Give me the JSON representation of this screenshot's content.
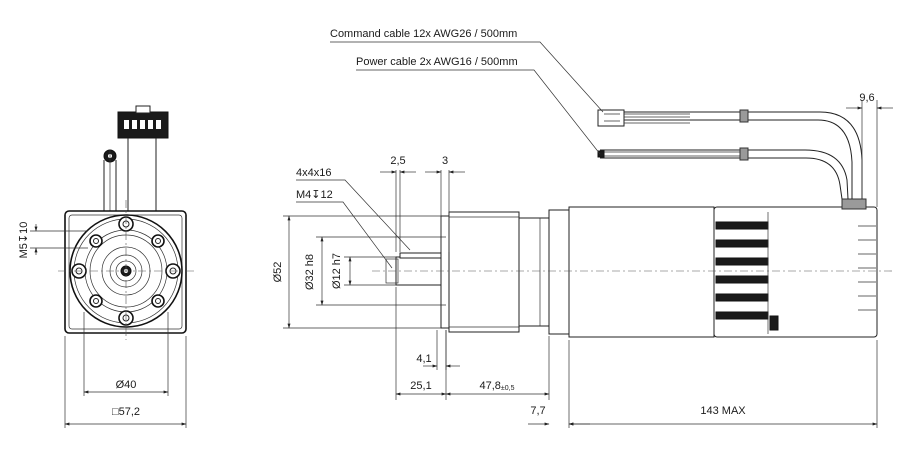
{
  "callouts": {
    "command_cable": "Command cable 12x AWG26 / 500mm",
    "power_cable": "Power cable 2x AWG16 / 500mm"
  },
  "front_view": {
    "thread": "M5↧10",
    "pilot_diameter": "Ø40",
    "flange_square": "□57,2"
  },
  "side_view": {
    "key": "4x4x16",
    "tapped_hole": "M4↧12",
    "key_offset": "2,5",
    "key_gap": "3",
    "flange_diameter": "Ø52",
    "pilot_fit": "Ø32 h8",
    "shaft_fit": "Ø12 h7",
    "shoulder": "4,1",
    "shaft_length": "25,1",
    "gearbox_length": "47,8",
    "gearbox_tolerance": "±0,5",
    "adapter_length": "7,7",
    "motor_length": "143 MAX",
    "cable_exit": "9,6"
  }
}
